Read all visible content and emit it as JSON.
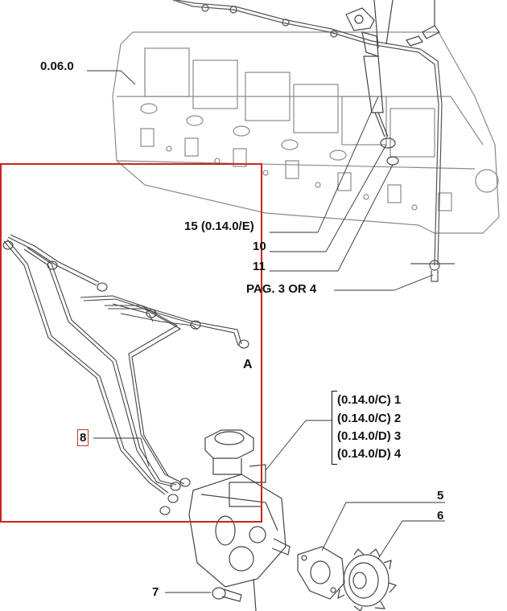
{
  "colors": {
    "line_art": "#8a8a8a",
    "line_art_dark": "#555555",
    "leader": "#333333",
    "highlight_box": "#cc2222",
    "label_box": "#c0392b"
  },
  "labels": {
    "cylinder_head": "0.06.0",
    "injector": "15 (0.14.0/E)",
    "part_10": "10",
    "part_11": "11",
    "page_ref": "PAG. 3 OR 4",
    "ref_a": "A",
    "pipes": "8",
    "pump_ref_1": "(0.14.0/C) 1",
    "pump_ref_2": "(0.14.0/C) 2",
    "pump_ref_3": "(0.14.0/D) 3",
    "pump_ref_4": "(0.14.0/D) 4",
    "part_5": "5",
    "part_6": "6",
    "part_7": "7"
  }
}
